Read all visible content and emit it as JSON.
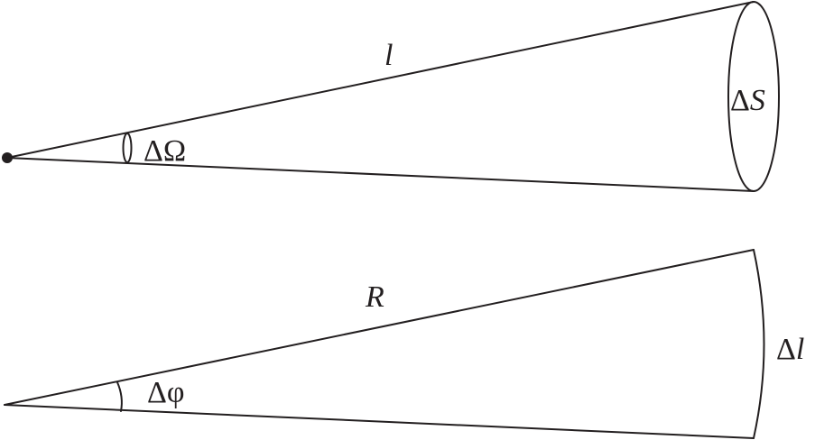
{
  "cone": {
    "slant_label": "l",
    "solid_angle_label": "ΔΩ",
    "area_label": "ΔS"
  },
  "sector": {
    "radius_label": "R",
    "angle_label": "Δφ",
    "arc_label": "Δl"
  },
  "colors": {
    "line": "#231f20",
    "background": "#ffffff"
  }
}
